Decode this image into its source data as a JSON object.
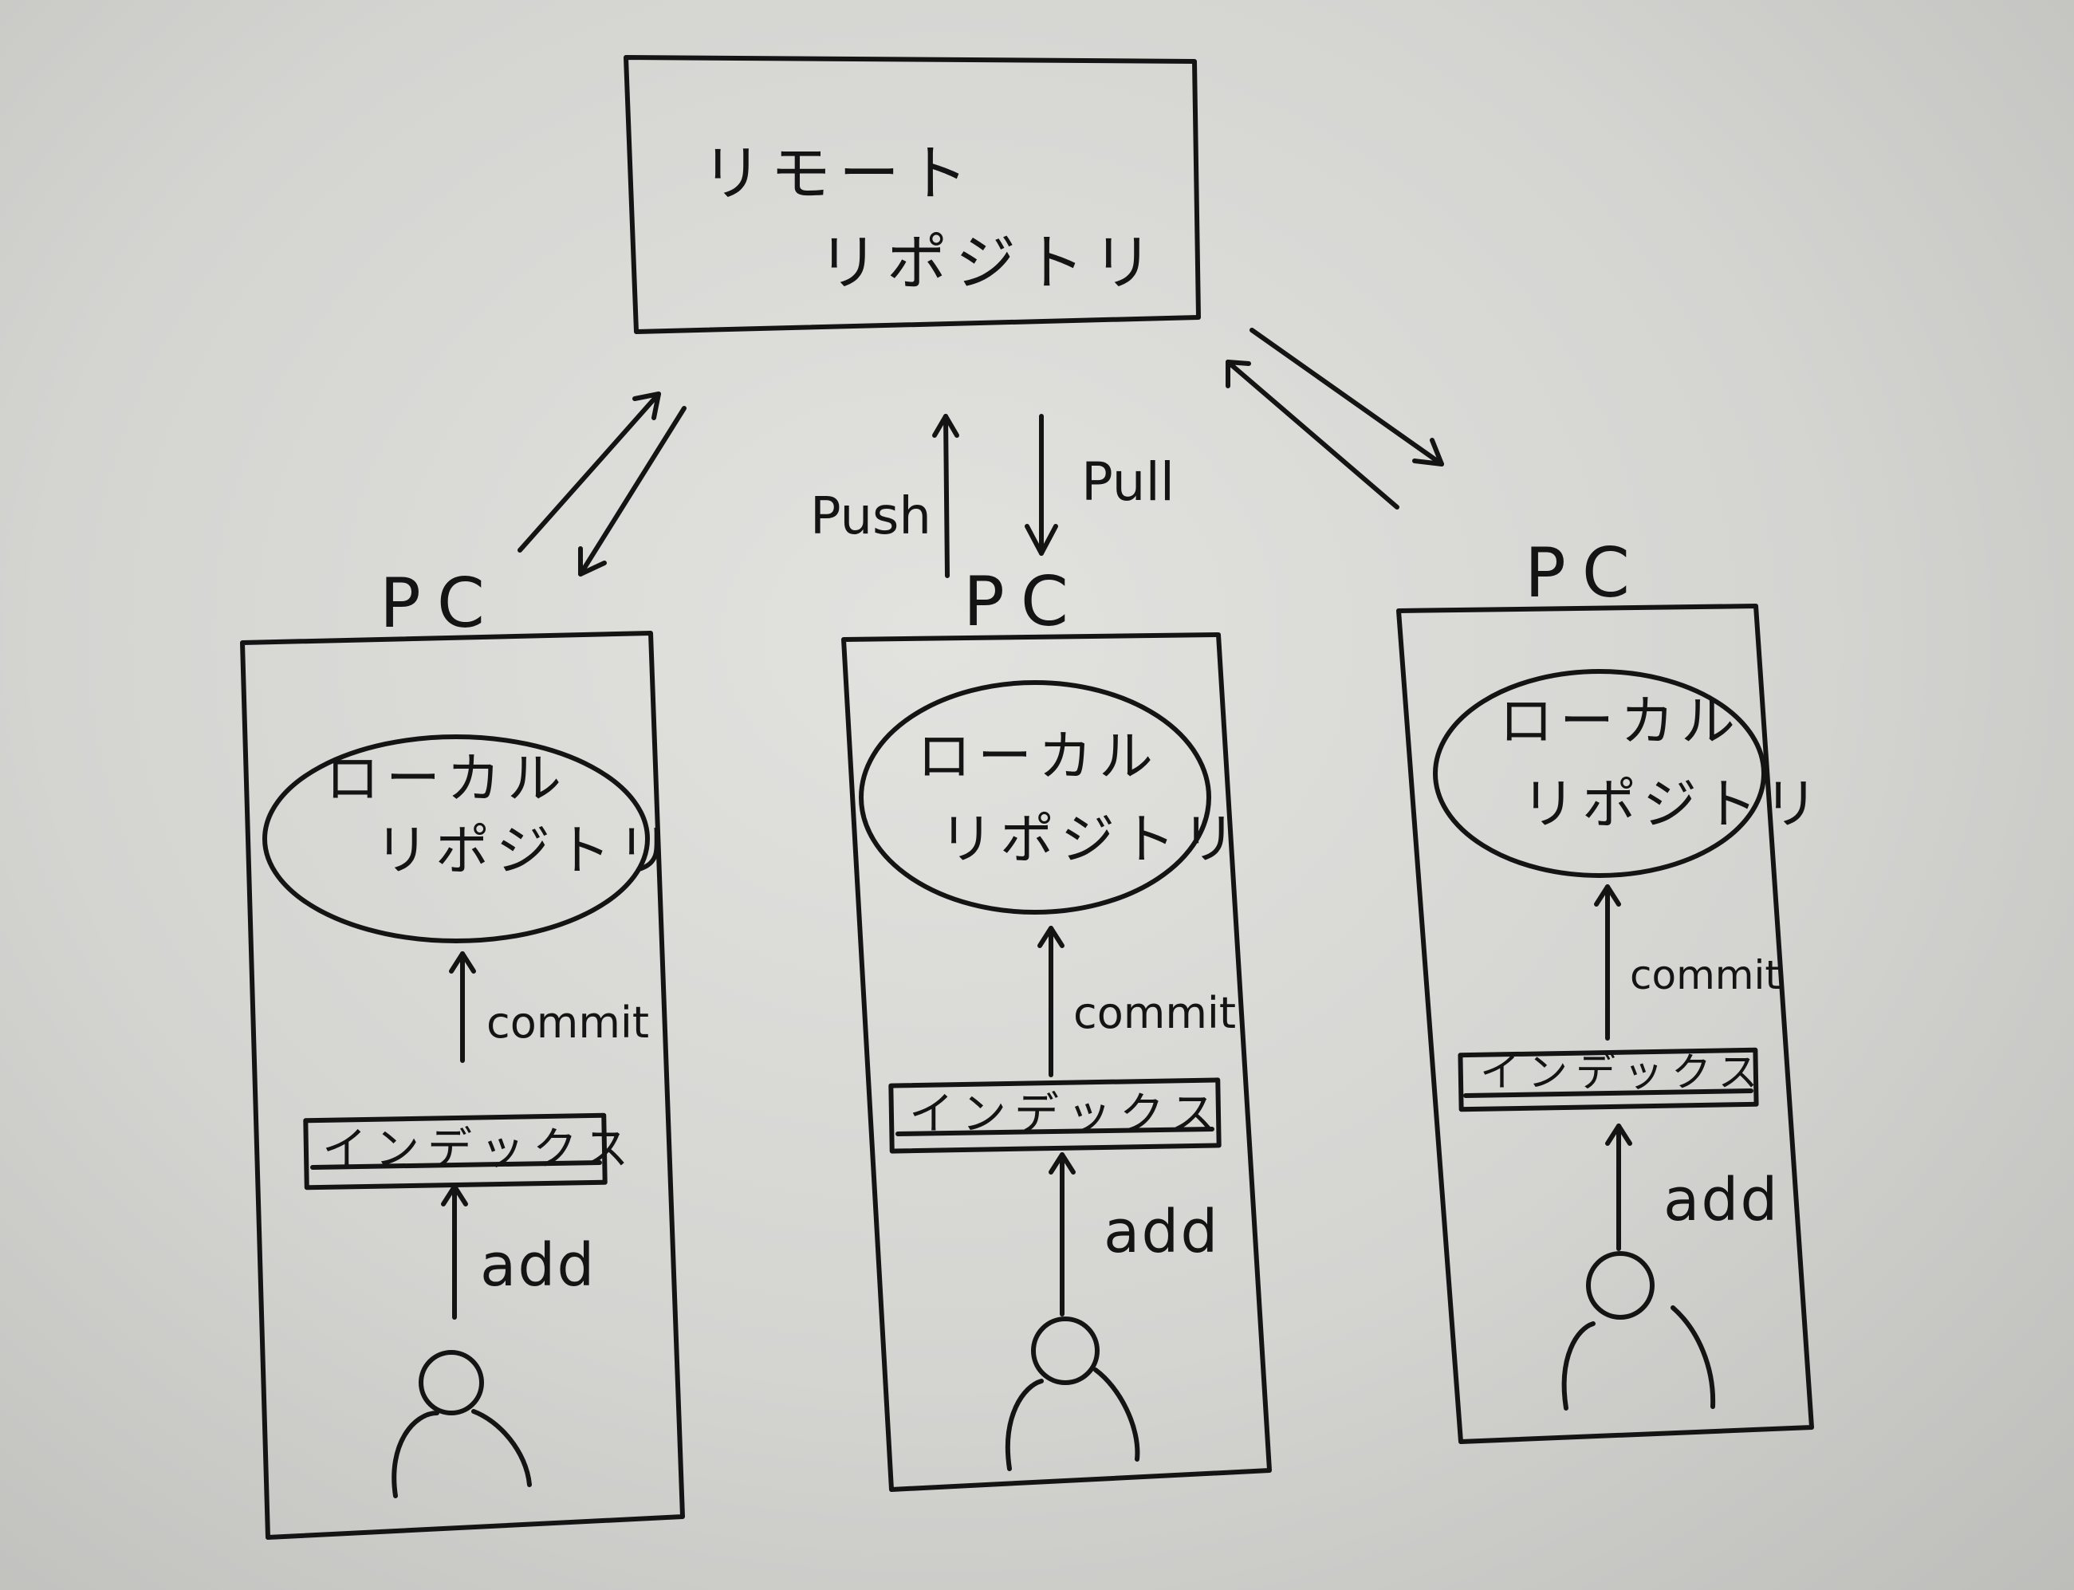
{
  "remote": {
    "line1": "リモート",
    "line2": "リポジトリ"
  },
  "arrows": {
    "push": "Push",
    "pull": "Pull"
  },
  "pcs": [
    {
      "title": "PC",
      "local_line1": "ローカル",
      "local_line2": "リポジトリ",
      "commit": "commit",
      "index": "インデックス",
      "add": "add"
    },
    {
      "title": "PC",
      "local_line1": "ローカル",
      "local_line2": "リポジトリ",
      "commit": "commit",
      "index": "インデックス",
      "add": "add"
    },
    {
      "title": "PC",
      "local_line1": "ローカル",
      "local_line2": "リポジトリ",
      "commit": "commit",
      "index": "インデックス",
      "add": "add"
    }
  ]
}
